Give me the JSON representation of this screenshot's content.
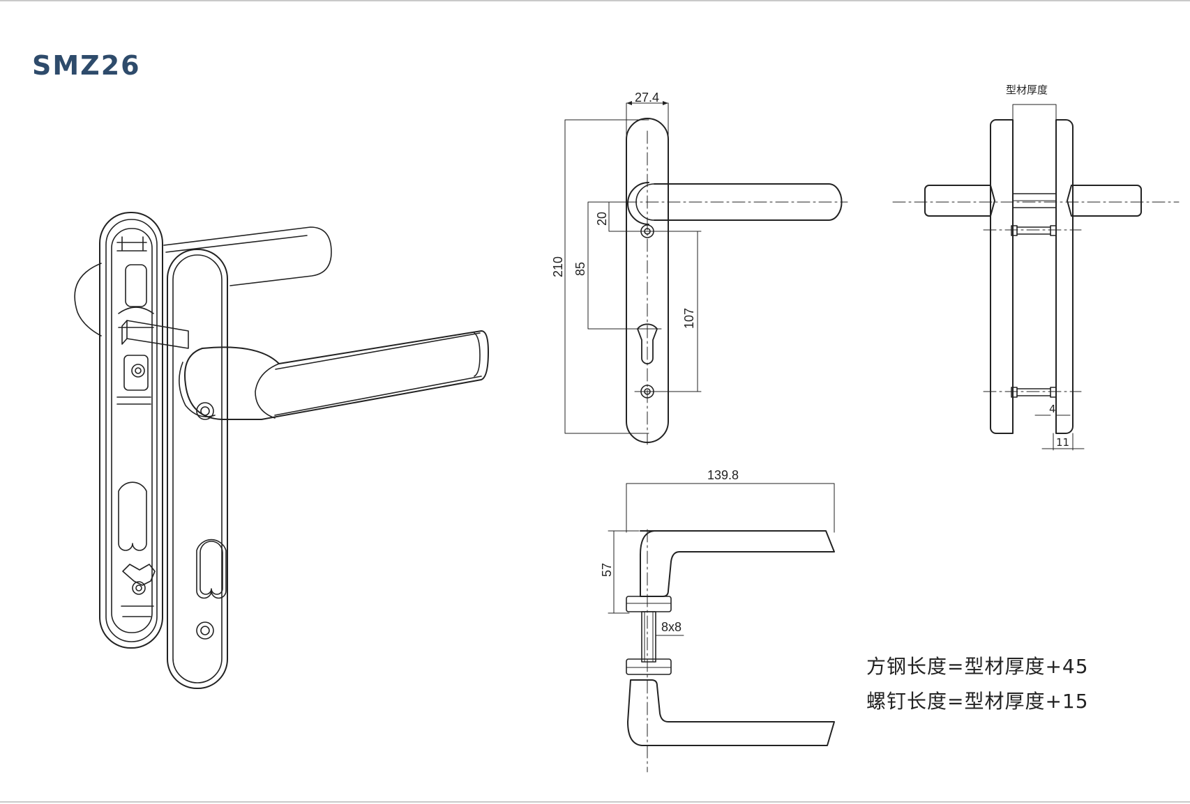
{
  "title": "SMZ26",
  "front_view": {
    "width_label": "27.4",
    "height_label": "210",
    "dim_85": "85",
    "dim_20": "20",
    "dim_107": "107"
  },
  "side_view": {
    "profile_label": "型材厚度",
    "dim_4": "4",
    "dim_11": "11"
  },
  "top_view": {
    "length_label": "139.8",
    "height_label": "57",
    "spindle_label": "8x8"
  },
  "notes": {
    "spindle_length": "方钢长度=型材厚度+45",
    "screw_length": "螺钉长度=型材厚度+15"
  },
  "colors": {
    "title": "#2e4b6b",
    "line": "#222222",
    "rule": "#c9c9c9"
  }
}
